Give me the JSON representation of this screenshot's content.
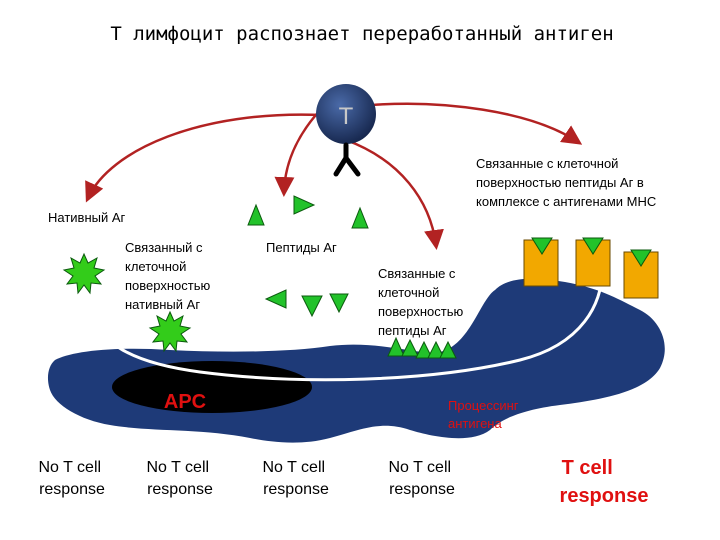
{
  "title": "Т лимфоцит распознает переработанный антиген",
  "t_cell": {
    "label": "T"
  },
  "labels": {
    "native_ag": "Нативный Аг",
    "bound_native": [
      "Связанный с",
      "клеточной",
      "поверхностью",
      "нативный Аг"
    ],
    "peptides": "Пептиды Аг",
    "bound_peptides": [
      "Связанные с",
      "клеточной",
      "поверхностью",
      "пептиды Аг"
    ],
    "mhc_peptides": [
      "Связанные с клеточной",
      "поверхностью пептиды Аг в",
      "комплексе с антигенами МНС"
    ],
    "apc": "APC",
    "processing": [
      "Процессинг",
      "антигена"
    ]
  },
  "responses": {
    "r1": [
      "No T cell",
      "response"
    ],
    "r2": [
      "No T cell",
      "response"
    ],
    "r3": [
      "No T cell",
      "response"
    ],
    "r4": [
      "No T cell",
      "response"
    ],
    "r5": [
      "T cell",
      "response"
    ]
  },
  "colors": {
    "cell_body": "#1e3a78",
    "nucleus": "#000000",
    "arrow": "#b22222",
    "triangle": "#22c22a",
    "mhc": "#f2a800",
    "star": "#33cc1a",
    "accent_red": "#e01010",
    "t_cell_fill": "#1a2d5a"
  }
}
